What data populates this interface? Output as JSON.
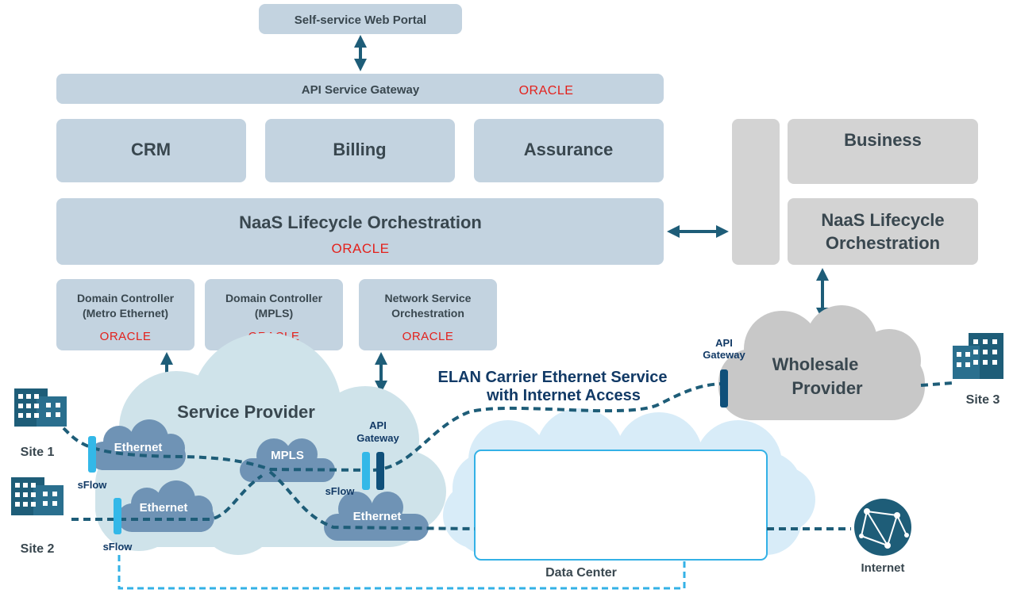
{
  "diagram": {
    "web_portal": "Self-service Web Portal",
    "api_gateway": {
      "label": "API Service Gateway",
      "logo": "ORACLE"
    },
    "bss": {
      "crm": "CRM",
      "billing": "Billing",
      "assurance": "Assurance"
    },
    "naas": {
      "label": "NaaS Lifecycle Orchestration",
      "logo": "ORACLE"
    },
    "controllers": [
      {
        "line1": "Domain Controller",
        "line2": "(Metro Ethernet)",
        "logo": "ORACLE"
      },
      {
        "line1": "Domain Controller",
        "line2": "(MPLS)",
        "logo": "ORACLE"
      },
      {
        "line1": "Network Service",
        "line2": "Orchestration",
        "logo": "ORACLE"
      }
    ],
    "partner": {
      "business": "Business",
      "naas_line1": "NaaS Lifecycle",
      "naas_line2": "Orchestration"
    },
    "service_provider": {
      "label": "Service Provider",
      "ethernet_top": "Ethernet",
      "ethernet_bottom": "Ethernet",
      "ethernet_right": "Ethernet",
      "mpls": "MPLS",
      "api_gateway_line1": "API",
      "api_gateway_line2": "Gateway"
    },
    "sflow": [
      "sFlow",
      "sFlow",
      "sFlow"
    ],
    "elan": {
      "line1": "ELAN Carrier Ethernet Service",
      "line2": "with Internet Access"
    },
    "wholesale": {
      "line1": "Wholesale",
      "line2": "Provider",
      "api_line1": "API",
      "api_line2": "Gateway"
    },
    "sites": {
      "site1": "Site 1",
      "site2": "Site 2",
      "site3": "Site 3"
    },
    "data_center": "Data Center",
    "internet": "Internet",
    "colors": {
      "box": "#c3d3e0",
      "partner_box": "#d3d3d3",
      "arrow": "#1e5d78",
      "sp_cloud": "#cfe3ea",
      "sub_cloud": "#6f93b5",
      "wholesale_cloud": "#c8c8c8",
      "dc_cloud": "#d8ecf8",
      "dashed_dark": "#1e5d78",
      "dashed_light": "#33b1e6",
      "sflow_bar": "#33b8e8",
      "gateway_bar": "#10507a",
      "oracle": "#e3211c"
    }
  }
}
